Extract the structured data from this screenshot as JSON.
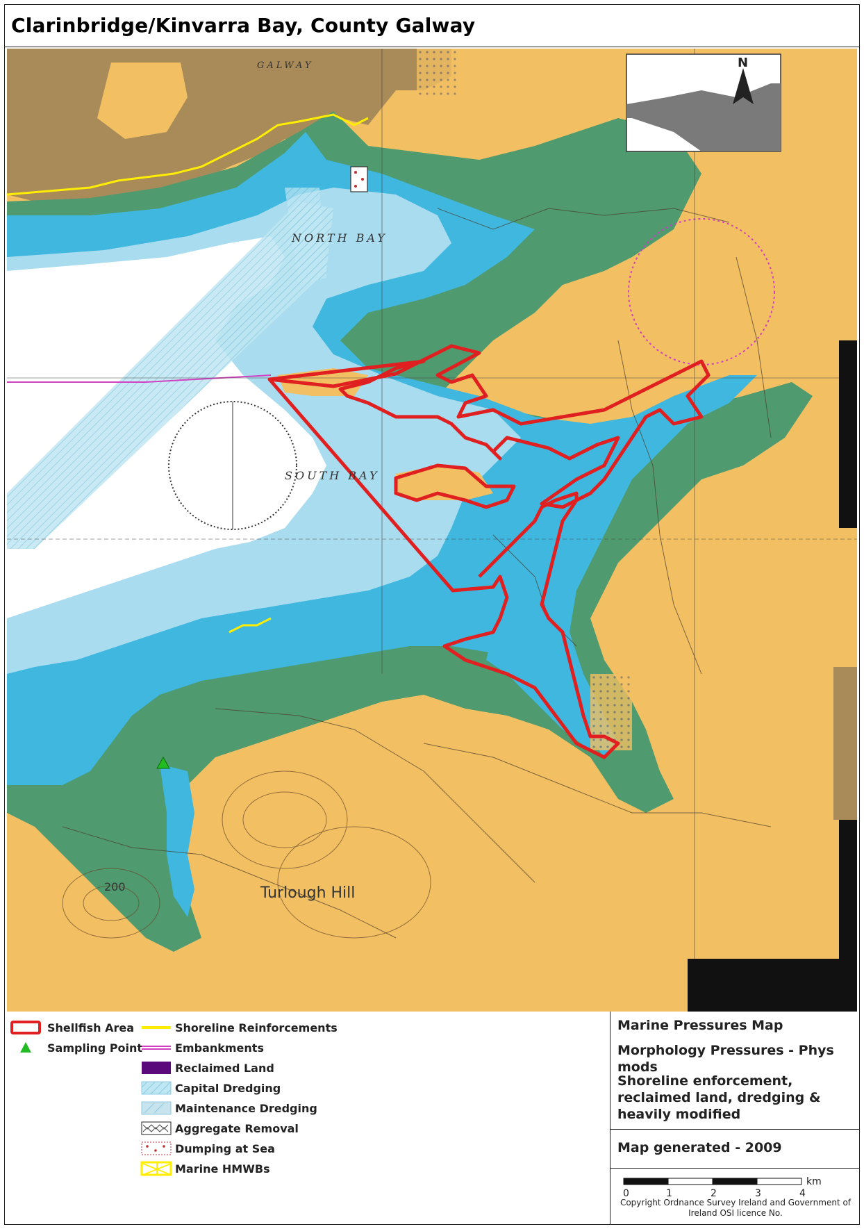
{
  "title": "Clarinbridge/Kinvarra Bay, County Galway",
  "map_labels": {
    "galway": "GALWAY",
    "north_bay": "NORTH BAY",
    "south_bay": "SOUTH BAY",
    "turlough_hill": "Turlough Hill",
    "contour": "200"
  },
  "legend": {
    "items": [
      {
        "label": "Shellfish Area",
        "icon": "shellfish-area-icon"
      },
      {
        "label": "Sampling Point",
        "icon": "sampling-point-icon"
      },
      {
        "label": "Shoreline Reinforcements",
        "icon": "shoreline-reinforcement-icon"
      },
      {
        "label": "Embankments",
        "icon": "embankment-icon"
      },
      {
        "label": "Reclaimed Land",
        "icon": "reclaimed-land-icon"
      },
      {
        "label": "Capital Dredging",
        "icon": "capital-dredging-icon"
      },
      {
        "label": "Maintenance Dredging",
        "icon": "maintenance-dredging-icon"
      },
      {
        "label": "Aggregate Removal",
        "icon": "aggregate-removal-icon"
      },
      {
        "label": "Dumping at Sea",
        "icon": "dumping-at-sea-icon"
      },
      {
        "label": "Marine HMWBs",
        "icon": "marine-hmwb-icon"
      }
    ]
  },
  "info": {
    "heading": "Marine Pressures Map",
    "subheading": "Morphology Pressures - Phys mods",
    "description": "Shoreline enforcement, reclaimed land, dredging & heavily modified",
    "generated": "Map generated - 2009"
  },
  "scale": {
    "ticks": [
      "0",
      "1",
      "2",
      "3",
      "4"
    ],
    "unit": "km"
  },
  "copyright": "Copyright Ordnance Survey Ireland and Government of Ireland OSI licence No.",
  "colors": {
    "land": "#f2c063",
    "urban": "#a98b5a",
    "intertidal": "#4f9a6e",
    "shallow_water": "#3fb7de",
    "medium_water": "#a9dcef",
    "deep_water": "#ffffff",
    "shellfish_outline": "#e02020",
    "sampling_point": "#22bb22",
    "shoreline": "#ffee00",
    "embankment": "#d040c0",
    "reclaimed": "#5a0a7a"
  }
}
